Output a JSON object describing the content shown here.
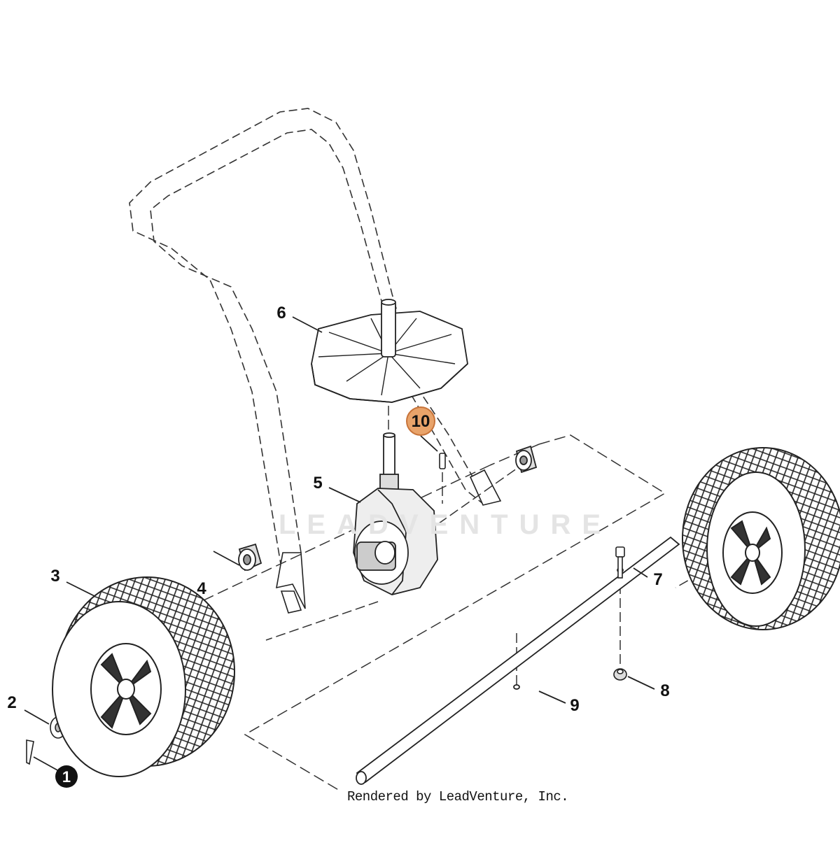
{
  "footer": "Rendered by LeadVenture, Inc.",
  "watermark": "LEADVENTURE",
  "highlight_color": "#e8a36a",
  "callouts": [
    {
      "id": "1",
      "filled": true
    },
    {
      "id": "2"
    },
    {
      "id": "3"
    },
    {
      "id": "4"
    },
    {
      "id": "5"
    },
    {
      "id": "6"
    },
    {
      "id": "7"
    },
    {
      "id": "8"
    },
    {
      "id": "9"
    },
    {
      "id": "10",
      "highlighted": true
    }
  ]
}
